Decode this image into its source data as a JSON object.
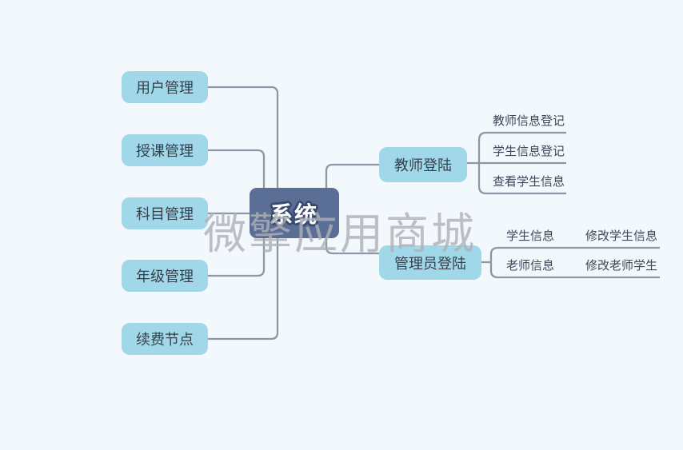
{
  "diagram": {
    "root": {
      "label": "系统"
    },
    "left_nodes": [
      {
        "label": "用户管理"
      },
      {
        "label": "授课管理"
      },
      {
        "label": "科目管理"
      },
      {
        "label": "年级管理"
      },
      {
        "label": "续费节点"
      }
    ],
    "right_branches": [
      {
        "label": "教师登陆",
        "children": [
          {
            "label": "教师信息登记"
          },
          {
            "label": "学生信息登记"
          },
          {
            "label": "查看学生信息"
          }
        ]
      },
      {
        "label": "管理员登陆",
        "children": [
          {
            "label": "学生信息",
            "children": [
              {
                "label": "修改学生信息"
              }
            ]
          },
          {
            "label": "老师信息",
            "children": [
              {
                "label": "修改老师学生"
              }
            ]
          }
        ]
      }
    ],
    "watermark": "微擎应用商城",
    "colors": {
      "background": "#f3f8fc",
      "node_fill": "#a0d8e9",
      "root_fill": "#5a6e96",
      "connector": "#8d97a8",
      "node_text": "#363f4a",
      "leaf_text": "#3d4759",
      "watermark_text": "#aeb1b6"
    }
  }
}
